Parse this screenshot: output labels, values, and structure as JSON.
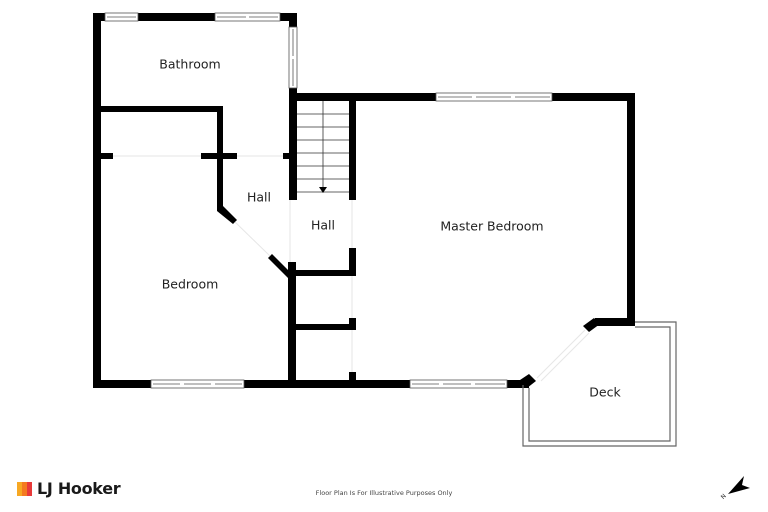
{
  "rooms": {
    "bathroom": "Bathroom",
    "hall_left": "Hall",
    "hall_center": "Hall",
    "master_bedroom": "Master Bedroom",
    "bedroom": "Bedroom",
    "deck": "Deck"
  },
  "branding": {
    "name": "LJ Hooker",
    "logo_colors": [
      "#f7a823",
      "#f47a20",
      "#e83a3a"
    ]
  },
  "footer": {
    "disclaimer": "Floor Plan Is For Illustrative Purposes Only"
  },
  "compass": {
    "label": "N",
    "icon": "north-arrow-icon"
  },
  "colors": {
    "wall": "#000000",
    "background": "#ffffff",
    "text": "#222222"
  }
}
